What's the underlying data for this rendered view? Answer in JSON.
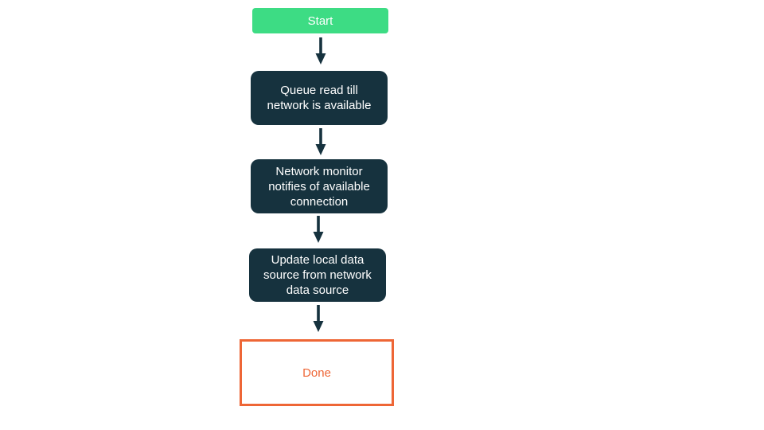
{
  "diagram": {
    "type": "flowchart",
    "orientation": "vertical",
    "nodes": [
      {
        "id": "start",
        "type": "start",
        "label": "Start"
      },
      {
        "id": "queue",
        "type": "process",
        "label": "Queue read till network is available"
      },
      {
        "id": "monitor",
        "type": "process",
        "label": "Network monitor notifies of available connection"
      },
      {
        "id": "update",
        "type": "process",
        "label": "Update local data source from network data source"
      },
      {
        "id": "done",
        "type": "terminal",
        "label": "Done"
      }
    ],
    "edges": [
      {
        "from": "start",
        "to": "queue"
      },
      {
        "from": "queue",
        "to": "monitor"
      },
      {
        "from": "monitor",
        "to": "update"
      },
      {
        "from": "update",
        "to": "done"
      }
    ],
    "colors": {
      "background": "#ffffff",
      "start_bg": "#3ddc84",
      "process_bg": "#16323e",
      "node_text_light": "#ffffff",
      "done_border": "#ee6636",
      "done_text": "#ee6636",
      "arrow": "#16323e"
    }
  }
}
